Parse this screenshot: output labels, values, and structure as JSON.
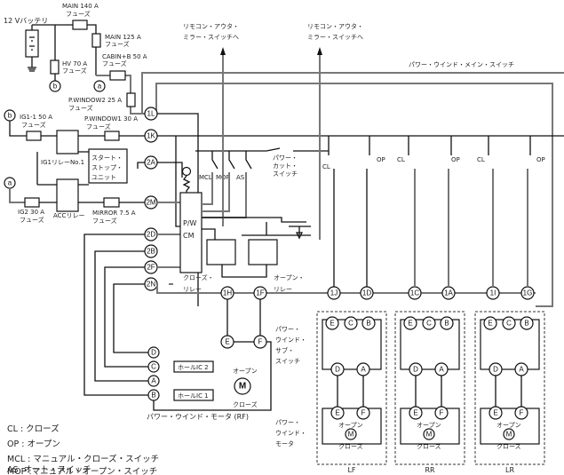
{
  "battery": {
    "label": "12 Vバッテリ"
  },
  "fuses": [
    {
      "id": "main140",
      "name": "MAIN 140 A",
      "sub": "フューズ"
    },
    {
      "id": "main125",
      "name": "MAIN 125 A",
      "sub": "フューズ"
    },
    {
      "id": "hv70",
      "name": "HV 70 A",
      "sub": "フューズ"
    },
    {
      "id": "cabin50",
      "name": "CABIN+B 50 A",
      "sub": "フューズ"
    },
    {
      "id": "pwindow2",
      "name": "P.WINDOW2 25 A",
      "sub": "フューズ"
    },
    {
      "id": "ig1",
      "name": "IG1-1 50 A",
      "sub": "フューズ"
    },
    {
      "id": "pwindow1",
      "name": "P.WINDOW1 30 A",
      "sub": "フューズ"
    },
    {
      "id": "ig2",
      "name": "IG2 30 A",
      "sub": "フューズ"
    },
    {
      "id": "mirror",
      "name": "MIRROR 7.5 A",
      "sub": "フューズ"
    }
  ],
  "nodes": {
    "a": "a",
    "b": "b"
  },
  "relays": {
    "ig1": "IG1リレーNo.1",
    "acc": "ACCリレー",
    "close_l1": "クローズ・",
    "close_l2": "リレー",
    "open_l1": "オープン・",
    "open_l2": "リレー"
  },
  "start_stop": [
    "スタート・",
    "ストップ・",
    "ユニット"
  ],
  "pwcm": [
    "P/W",
    "CM"
  ],
  "remote_mirror": [
    {
      "l1": "リモコン・アウタ・",
      "l2": "ミラー・スイッチへ"
    },
    {
      "l1": "リモコン・アウタ・",
      "l2": "ミラー・スイッチへ"
    }
  ],
  "main_switch_label": "パワー・ウインド・メイン・スイッチ",
  "power_cut": [
    "パワー・",
    "カット・",
    "スイッチ"
  ],
  "switches": {
    "mcl": "MCL",
    "mop": "MOP",
    "as": "AS",
    "cl": "CL",
    "op": "OP"
  },
  "connectors_left": [
    "1L",
    "1K",
    "2A",
    "2M",
    "2D",
    "2B",
    "2F",
    "2N"
  ],
  "connectors_bottom": [
    "1H",
    "1F",
    "1J",
    "1D",
    "1C",
    "1A",
    "1I",
    "1G"
  ],
  "rf_motor": {
    "pins": [
      "D",
      "C",
      "A",
      "B",
      "E",
      "F"
    ],
    "hall2": "ホールIC 2",
    "hall1": "ホールIC 1",
    "motor": "M",
    "open": "オープン",
    "close": "クローズ",
    "label": "パワー・ウインド・モータ (RF)"
  },
  "sub_switch_label": [
    "パワー・",
    "ウインド・",
    "サブ・",
    "スイッチ"
  ],
  "motor_label": [
    "パワー・",
    "ウインド・",
    "モータ"
  ],
  "doors": [
    {
      "name": "LF",
      "top_pins": [
        "E",
        "C",
        "B"
      ],
      "mid_pins": [
        "D",
        "A"
      ],
      "motor_pins": [
        "E",
        "F"
      ],
      "open": "オープン",
      "close": "クローズ",
      "motor": "M"
    },
    {
      "name": "RR",
      "top_pins": [
        "E",
        "C",
        "B"
      ],
      "mid_pins": [
        "D",
        "A"
      ],
      "motor_pins": [
        "E",
        "F"
      ],
      "open": "オープン",
      "close": "クローズ",
      "motor": "M"
    },
    {
      "name": "LR",
      "top_pins": [
        "E",
        "C",
        "B"
      ],
      "mid_pins": [
        "D",
        "A"
      ],
      "motor_pins": [
        "E",
        "F"
      ],
      "open": "オープン",
      "close": "クローズ",
      "motor": "M"
    }
  ],
  "legend": [
    "CL : クローズ",
    "OP : オープン",
    "MCL : マニュアル・クローズ・スイッチ",
    "MOP :マニュアル・オープン・スイッチ",
    "AS :オート・スイッチ"
  ]
}
